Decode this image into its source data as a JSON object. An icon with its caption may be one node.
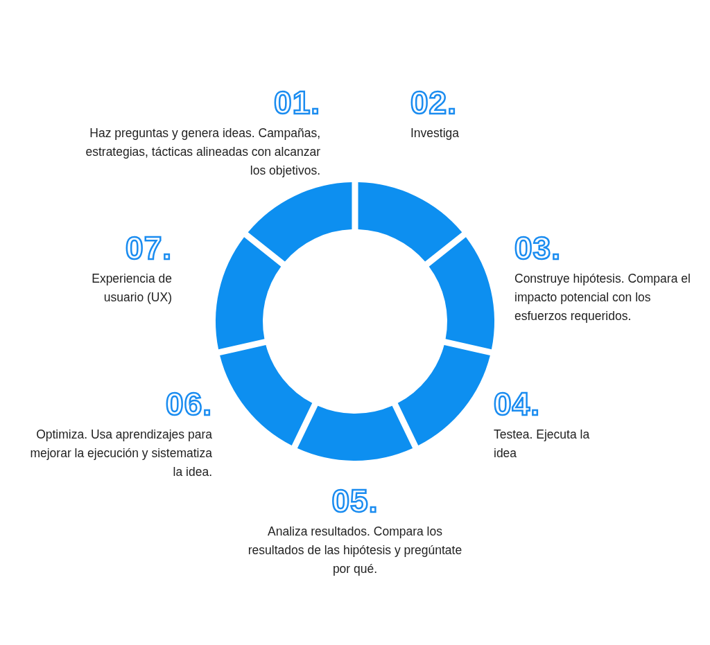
{
  "diagram": {
    "nodes": [
      {
        "text": [],
        "shape": "segment",
        "beside": [
          "01.",
          "Haz preguntas y genera ideas. Campañas, estrategias, tácticas alineadas con alcanzar los objetivos."
        ]
      },
      {
        "text": [],
        "shape": "segment",
        "beside": [
          "02.",
          "Investiga"
        ]
      },
      {
        "text": [],
        "shape": "segment",
        "beside": [
          "03.",
          "Construye hipótesis. Compara el impacto potencial con los esfuerzos requeridos."
        ]
      },
      {
        "text": [],
        "shape": "segment",
        "beside": [
          "04.",
          "Testea. Ejecuta la idea"
        ]
      },
      {
        "text": [],
        "shape": "segment",
        "beside": [
          "05.",
          "Analiza resultados. Compara los resultados de las hipótesis y pregúntate por qué."
        ]
      },
      {
        "text": [],
        "shape": "segment",
        "beside": [
          "06.",
          "Optimiza. Usa aprendizajes para mejorar la ejecución y sistematiza la idea."
        ]
      },
      {
        "text": [],
        "shape": "segment",
        "beside": [
          "07.",
          "Experiencia de usuario (UX)"
        ]
      }
    ]
  }
}
